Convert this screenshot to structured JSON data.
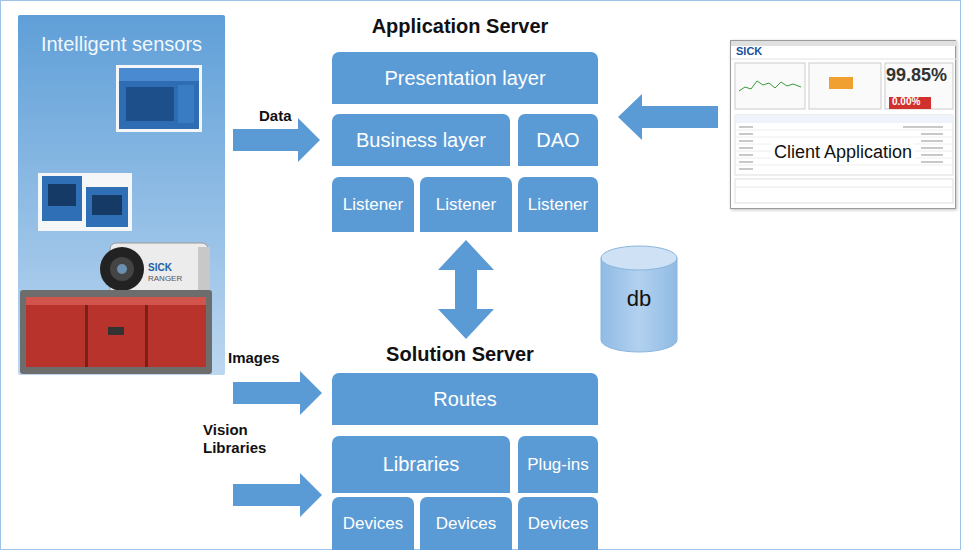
{
  "diagram": {
    "nodes": [
      {
        "text": [
          "Intelligent sensors"
        ]
      },
      {
        "text": [
          "Presentation layer"
        ]
      },
      {
        "text": [
          "Business layer"
        ]
      },
      {
        "text": [
          "DAO"
        ]
      },
      {
        "text": [
          "Listener"
        ]
      },
      {
        "text": [
          "Listener"
        ]
      },
      {
        "text": [
          "Listener"
        ]
      },
      {
        "text": [
          "Client Application"
        ]
      },
      {
        "text": [
          "db"
        ]
      },
      {
        "text": [
          "Routes"
        ]
      },
      {
        "text": [
          "Libraries"
        ]
      },
      {
        "text": [
          "Plug-ins"
        ]
      },
      {
        "text": [
          "Devices"
        ]
      },
      {
        "text": [
          "Devices"
        ]
      },
      {
        "text": [
          "Devices"
        ]
      }
    ],
    "edges": [
      {
        "from": 0,
        "to": 2,
        "label": "Data",
        "arrow": "to"
      },
      {
        "from": 7,
        "to": 1,
        "arrow": "to"
      },
      {
        "from": 5,
        "to": 9,
        "arrow": "both"
      }
    ],
    "labels": [
      "Application Server",
      "Solution Server",
      "Images",
      "Vision Libraries",
      "SICK",
      "RANGER",
      "SICK",
      "99.85%",
      "0.00%"
    ]
  }
}
